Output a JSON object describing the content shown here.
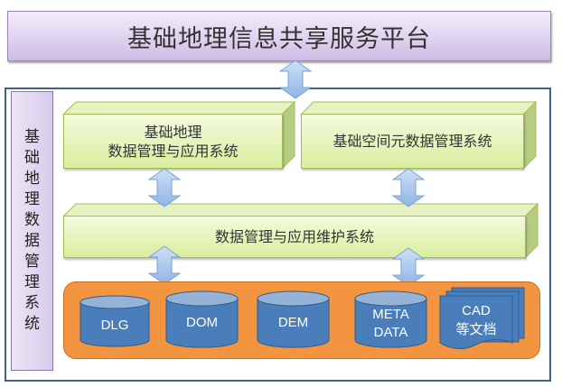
{
  "platform": {
    "title": "基础地理信息共享服务平台"
  },
  "side_panel": {
    "label_chars": [
      "基",
      "础",
      "地",
      "理",
      "数",
      "据",
      "管",
      "理",
      "系",
      "统"
    ]
  },
  "systems": {
    "basic_geo": {
      "line1": "基础地理",
      "line2": "数据管理与应用系统"
    },
    "metadata": {
      "line1": "基础空间元数据管理系统"
    },
    "maintenance": {
      "line1": "数据管理与应用维护系统"
    }
  },
  "data_store": {
    "items": [
      {
        "label": "DLG",
        "type": "database"
      },
      {
        "label": "DOM",
        "type": "database"
      },
      {
        "label": "DEM",
        "type": "database"
      },
      {
        "label": "META",
        "label2": "DATA",
        "type": "database"
      },
      {
        "label": "CAD",
        "label2": "等文档",
        "type": "documents"
      }
    ]
  },
  "colors": {
    "platform": "#dcd0ed",
    "system_box": "#d9ee9d",
    "store": "#f29440",
    "database": "#4a7ebb",
    "arrow": "#a9c7ef",
    "frame": "#40618d"
  }
}
